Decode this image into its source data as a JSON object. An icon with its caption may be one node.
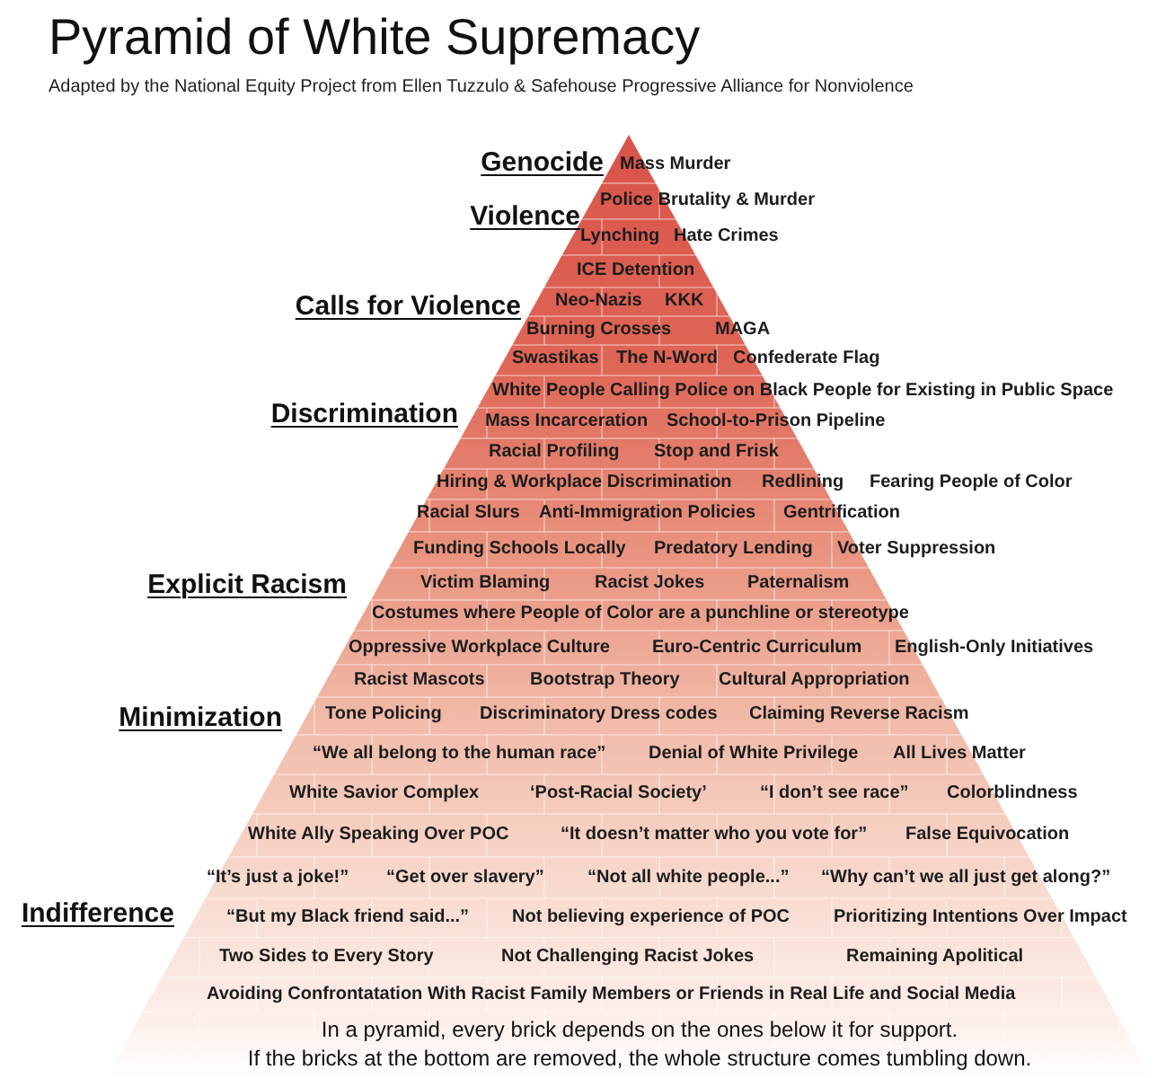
{
  "diagram": {
    "title": "Pyramid of White Supremacy",
    "caption": "In a pyramid, every brick depends on the ones below it for support. If the bricks at the bottom are removed, the whole structure comes tumbling down.",
    "nodes": [
      {
        "text": [
          "Mass Murder",
          "Police Brutality & Murder",
          "Lynching",
          "Hate Crimes",
          "ICE Detention",
          "Neo-Nazis",
          "KKK",
          "Burning Crosses",
          "MAGA",
          "Swastikas",
          "The N-Word",
          "Confederate Flag",
          "White People Calling Police on Black People for Existing in Public Space",
          "Mass Incarceration",
          "School-to-Prison Pipeline",
          "Racial Profiling",
          "Stop and Frisk",
          "Hiring & Workplace Discrimination",
          "Redlining",
          "Fearing People of Color",
          "Racial Slurs",
          "Anti-Immigration Policies",
          "Gentrification",
          "Funding Schools Locally",
          "Predatory Lending",
          "Voter Suppression",
          "Victim Blaming",
          "Racist Jokes",
          "Paternalism",
          "Costumes where People of Color are a punchline or stereotype",
          "Oppressive Workplace Culture",
          "Euro-Centric Curriculum",
          "English-Only Initiatives",
          "Racist Mascots",
          "Bootstrap Theory",
          "Cultural Appropriation",
          "Tone Policing",
          "Discriminatory Dress codes",
          "Claiming Reverse Racism",
          "“We all belong to the human race”",
          "Denial of White Privilege",
          "All Lives Matter",
          "White Savior Complex",
          "‘Post-Racial Society’",
          "“I don’t see race”",
          "Colorblindness",
          "White Ally Speaking Over POC",
          "“It doesn’t matter who you vote for”",
          "False Equivocation",
          "“It’s just a joke!”",
          "“Get over slavery”",
          "“Not all white people...”",
          "“Why can’t we all just get along?”",
          "“But my Black friend said...”",
          "Not believing experience of POC",
          "Prioritizing Intentions Over Impact",
          "Two Sides to Every Story",
          "Not Challenging Racist Jokes",
          "Remaining Apolitical",
          "Avoiding Confrontatation With Racist Family Members or Friends in Real Life and Social Media"
        ]
      }
    ],
    "labels": [
      "Adapted by the National Equity Project from Ellen Tuzzulo & Safehouse Progressive Alliance for Nonviolence",
      "Genocide",
      "Violence",
      "Calls for Violence",
      "Discrimination",
      "Explicit Racism",
      "Minimization",
      "Indifference"
    ]
  }
}
